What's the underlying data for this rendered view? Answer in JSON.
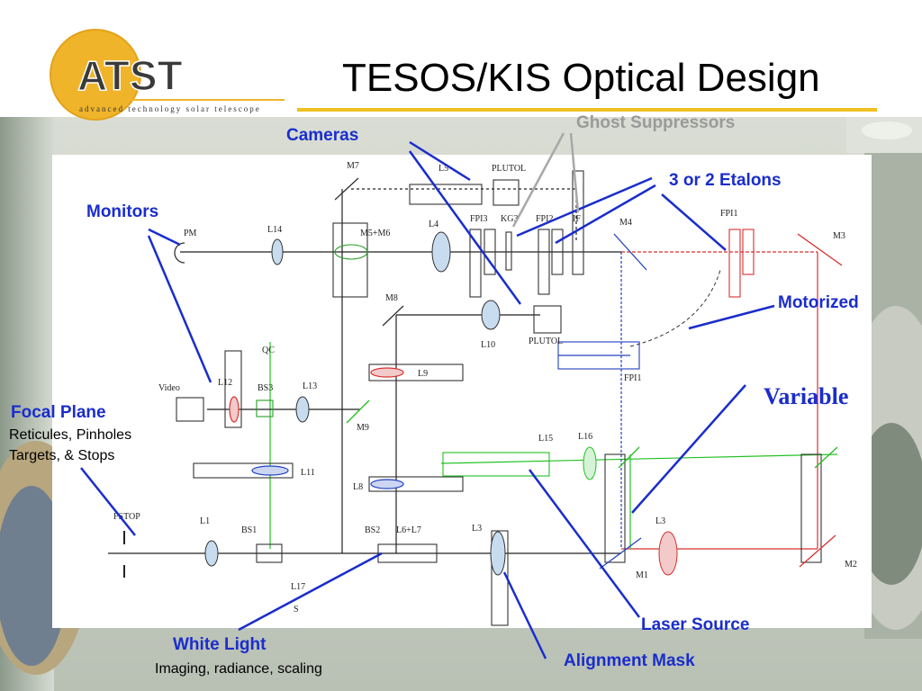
{
  "slide": {
    "title": "TESOS/KIS Optical Design",
    "logo_text": "ATST",
    "logo_tagline": "advanced technology solar telescope"
  },
  "labels": {
    "ghost_suppressors": "Ghost Suppressors",
    "cameras": "Cameras",
    "etalons": "3 or 2 Etalons",
    "monitors": "Monitors",
    "motorized": "Motorized",
    "variable": "Variable",
    "focal_plane": "Focal Plane",
    "focal_plane_sub1": "Reticules, Pinholes",
    "focal_plane_sub2": "Targets, & Stops",
    "white_light": "White Light",
    "white_light_sub": "Imaging, radiance, scaling",
    "laser_source": "Laser Source",
    "alignment_mask": "Alignment Mask"
  },
  "components": {
    "m7": "M7",
    "l5": "L5",
    "pluto1": "PLUTOL",
    "pm": "PM",
    "l14": "L14",
    "m5m6": "M5+M6",
    "l4": "L4",
    "fpi3": "FPI3",
    "kg3": "KG3",
    "fpi2": "FPI2",
    "if": "IF",
    "m4": "M4",
    "fpi1": "FPI1",
    "m3": "M3",
    "m8": "M8",
    "l10": "L10",
    "pluto2": "PLUTOL",
    "fpi1b": "FPI1",
    "qc": "QC",
    "video": "Video",
    "l12": "L12",
    "bs3": "BS3",
    "l13": "L13",
    "l9": "L9",
    "m9": "M9",
    "l15": "L15",
    "l16": "L16",
    "l11": "L11",
    "l8": "L8",
    "fstop": "FSTOP",
    "l1": "L1",
    "bs1": "BS1",
    "bs2": "BS2",
    "l6l7": "L6+L7",
    "l3a": "L3",
    "l3b": "L3",
    "m1": "M1",
    "m2": "M2",
    "l17": "L17",
    "s": "S"
  },
  "colors": {
    "accent_blue": "#1a2dcc",
    "gold": "#f0c020",
    "red_path": "#d83030",
    "green_path": "#22c022",
    "blue_path": "#2040c0"
  }
}
